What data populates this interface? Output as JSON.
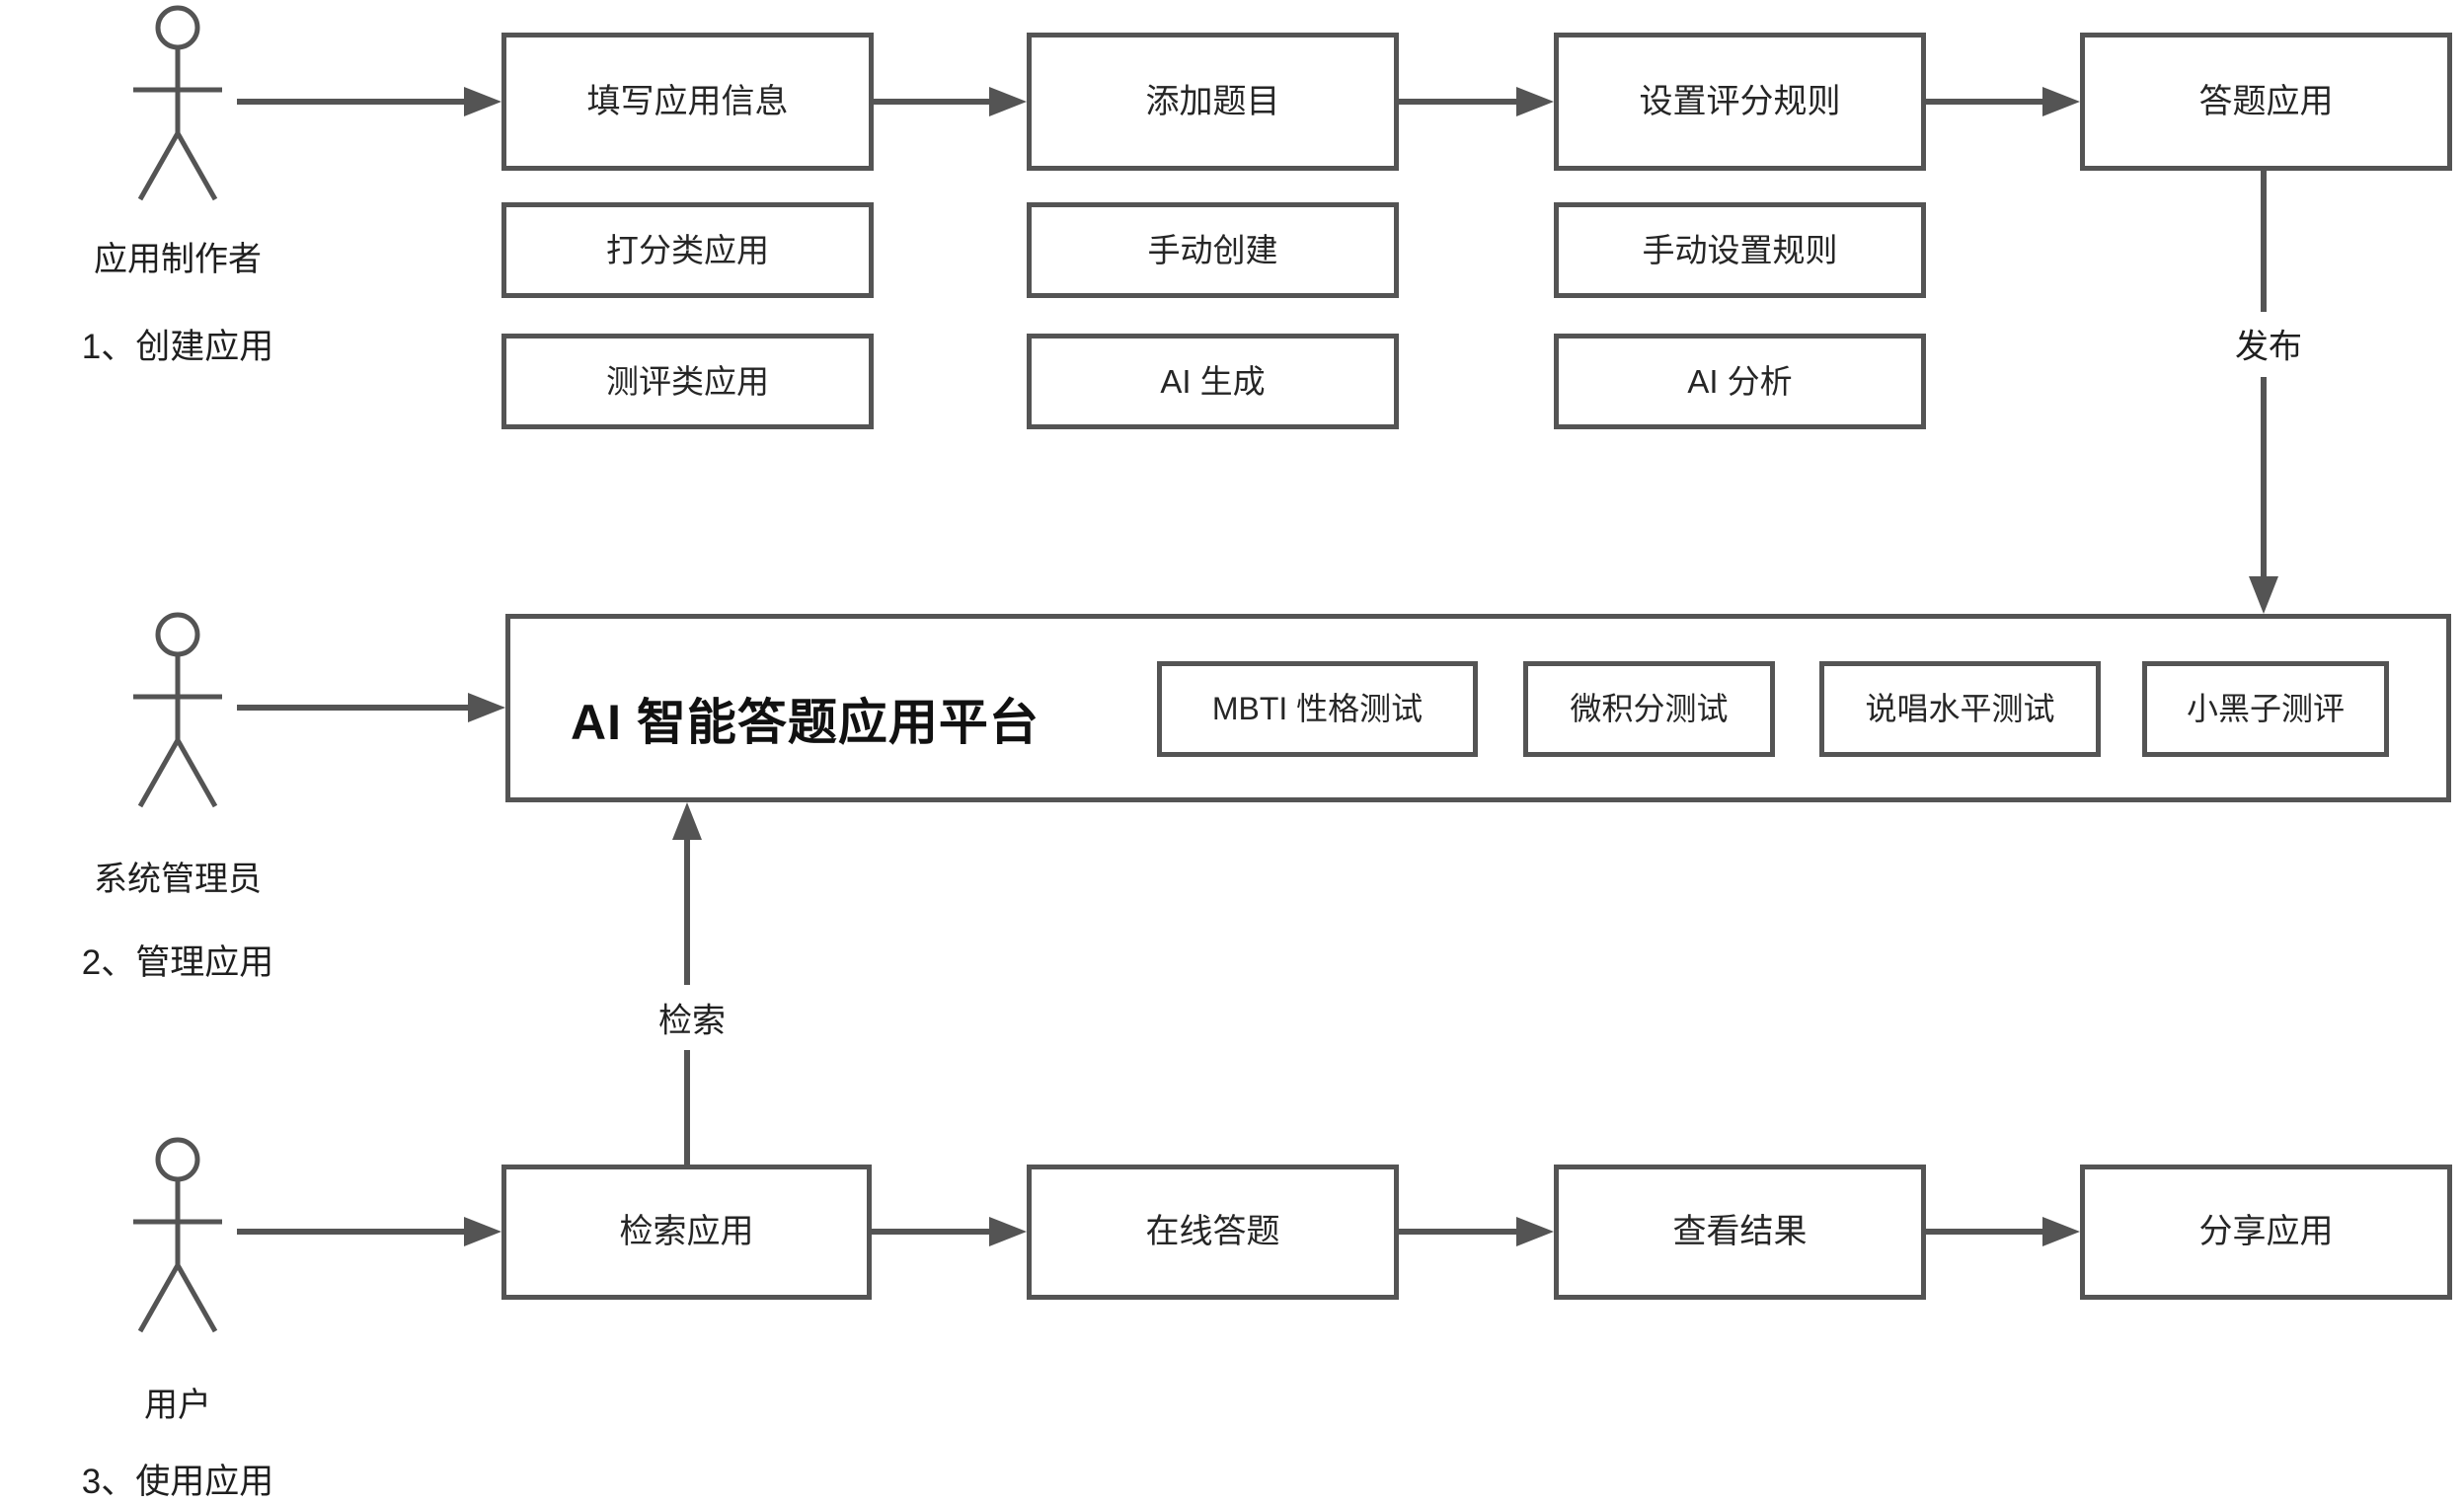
{
  "colors": {
    "line": "#545454",
    "text": "#262626",
    "title": "#111111",
    "background": "#ffffff"
  },
  "actors": [
    {
      "name": "应用制作者",
      "step": "1、创建应用"
    },
    {
      "name": "系统管理员",
      "step": "2、管理应用"
    },
    {
      "name": "用户",
      "step": "3、使用应用"
    }
  ],
  "creator_flow": {
    "steps": [
      {
        "label": "填写应用信息",
        "options": [
          "打分类应用",
          "测评类应用"
        ]
      },
      {
        "label": "添加题目",
        "options": [
          "手动创建",
          "AI 生成"
        ]
      },
      {
        "label": "设置评分规则",
        "options": [
          "手动设置规则",
          "AI 分析"
        ]
      },
      {
        "label": "答题应用",
        "options": []
      }
    ],
    "publish_label": "发布"
  },
  "platform": {
    "title": "AI 智能答题应用平台",
    "apps": [
      "MBTI 性格测试",
      "微积分测试",
      "说唱水平测试",
      "小黑子测评"
    ]
  },
  "user_flow": {
    "steps": [
      "检索应用",
      "在线答题",
      "查看结果",
      "分享应用"
    ],
    "search_label": "检索"
  }
}
